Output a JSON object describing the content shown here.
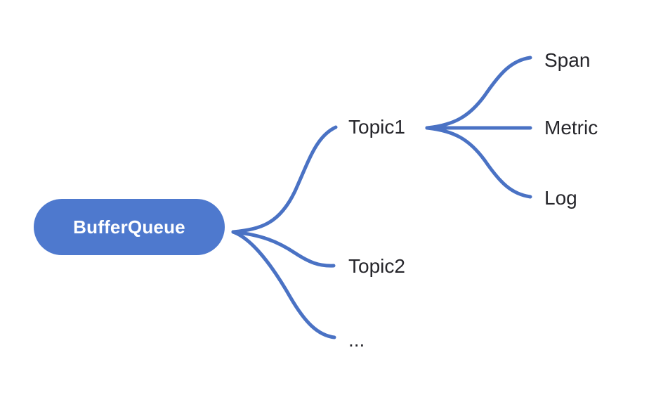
{
  "diagram": {
    "type": "mind-map",
    "orientation": "left-to-right",
    "background_color": "#ffffff",
    "connector_color": "#4a72c4",
    "connector_width": 5,
    "root": {
      "label": "BufferQueue",
      "shape": "pill",
      "fill_color": "#4e79ce",
      "text_color": "#ffffff"
    },
    "label_color": "#26262b",
    "branches": [
      {
        "label": "Topic1",
        "children": [
          {
            "label": "Span"
          },
          {
            "label": "Metric"
          },
          {
            "label": "Log"
          }
        ]
      },
      {
        "label": "Topic2",
        "children": []
      },
      {
        "label": "...",
        "children": []
      }
    ]
  },
  "nodes": {
    "root_label": "BufferQueue",
    "topic1": "Topic1",
    "topic2": "Topic2",
    "ellipsis": "...",
    "span": "Span",
    "metric": "Metric",
    "log": "Log"
  }
}
